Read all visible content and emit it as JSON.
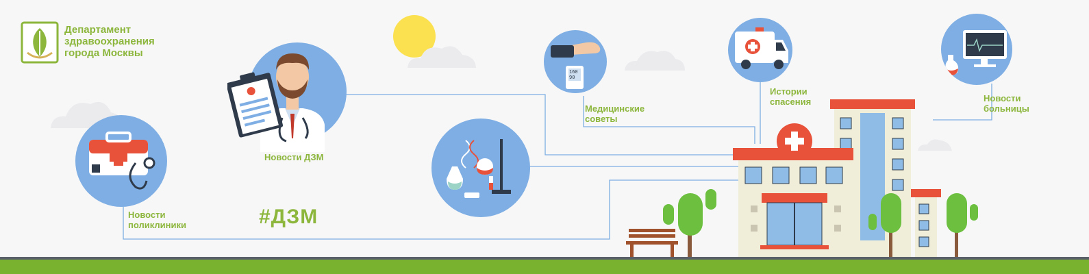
{
  "logo": {
    "line1": "Департамент",
    "line2": "здравоохранения",
    "line3": "города Москвы"
  },
  "labels": {
    "novosti_dzm": "Новости ДЗМ",
    "novosti_polikliniki_1": "Новости",
    "novosti_polikliniki_2": "поликлиники",
    "med_sovety_1": "Медицинские",
    "med_sovety_2": "советы",
    "istorii_1": "Истории",
    "istorii_2": "спасения",
    "novosti_bolnitsy_1": "Новости",
    "novosti_bolnitsy_2": "больницы"
  },
  "hashtag": "#ДЗМ",
  "tonometer": {
    "sys": "160",
    "dia": "90"
  },
  "colors": {
    "accent_green": "#8cb63c",
    "circle_blue": "#7eaee3",
    "line_blue": "#7eaee3",
    "roof_red": "#e8523a",
    "ground_green": "#78b22e"
  }
}
